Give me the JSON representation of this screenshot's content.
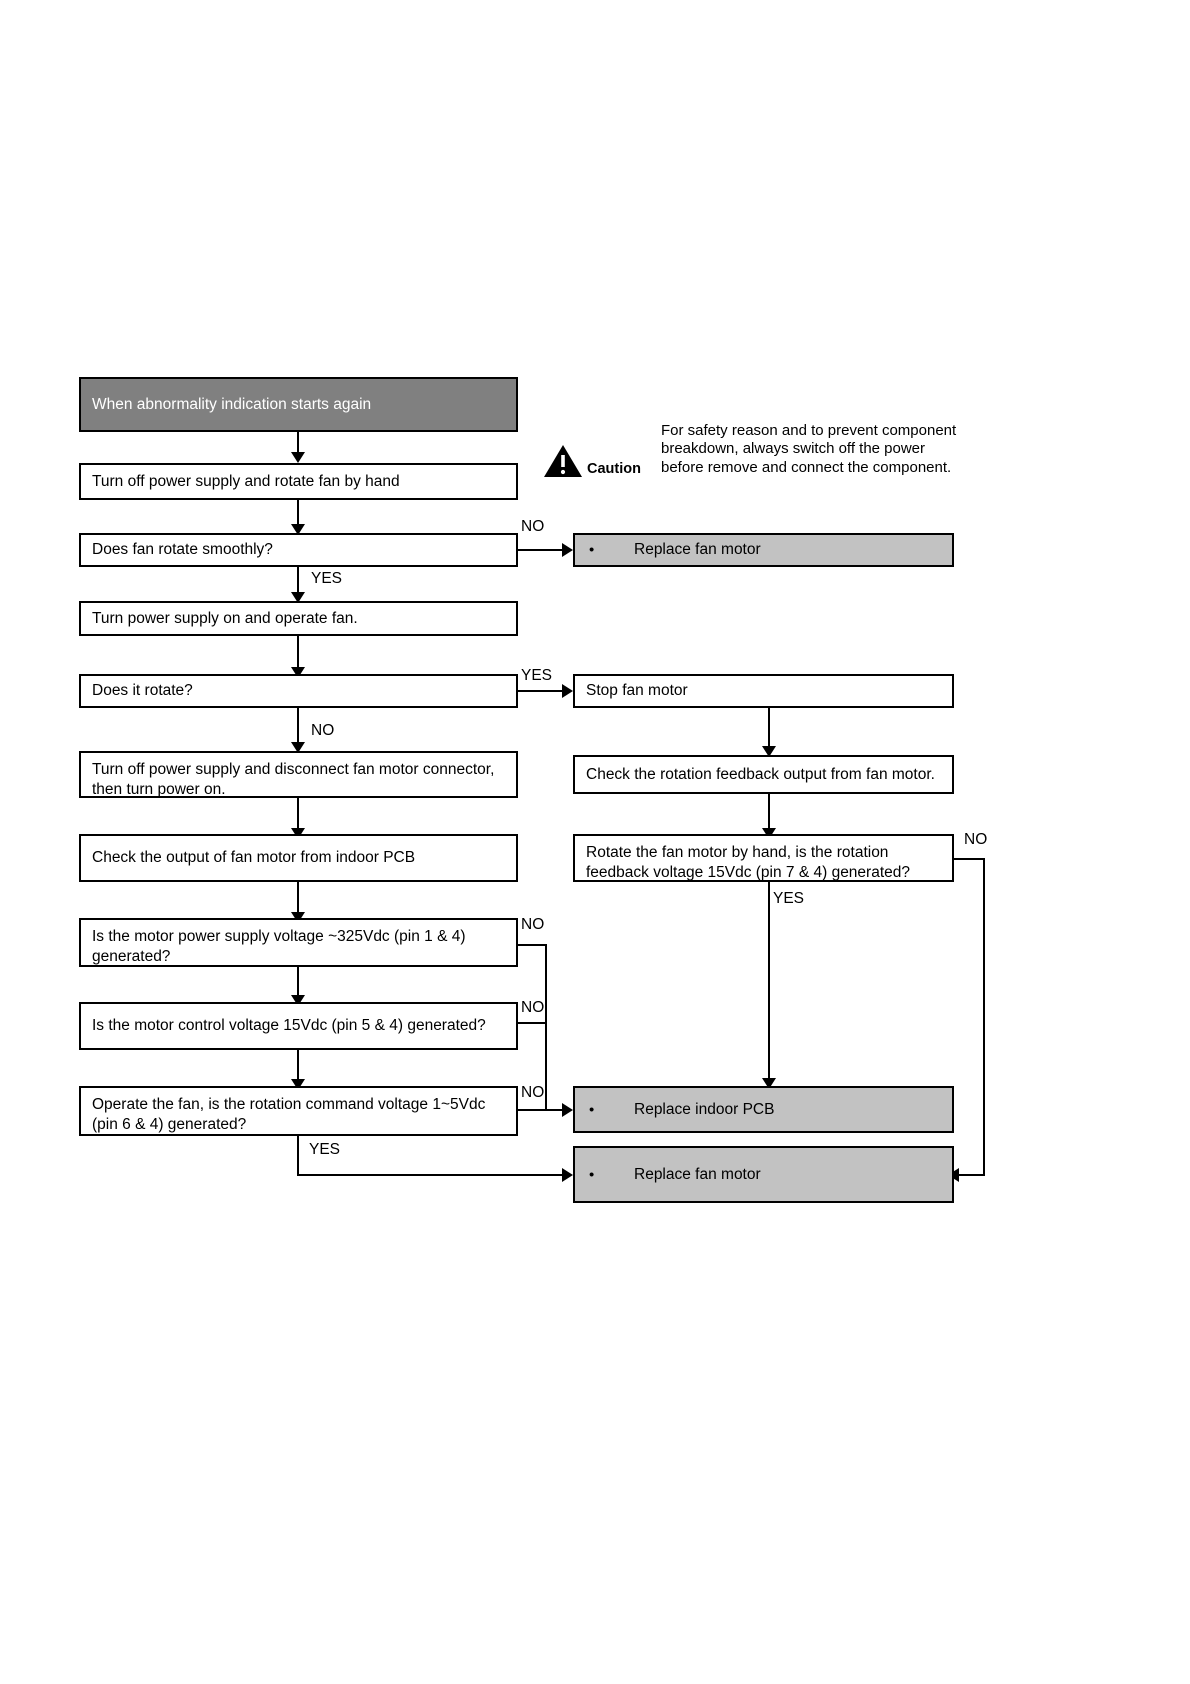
{
  "document": {
    "type": "troubleshooting-flowchart",
    "title": "When abnormality indication starts again"
  },
  "caution": {
    "icon_name": "warning-triangle-icon",
    "label": "Caution",
    "text": "For safety reason and to prevent component breakdown, always switch off the power before remove and connect the component."
  },
  "nodes": {
    "header": "When abnormality indication starts again",
    "turn_off_rotate_by_hand": "Turn off power supply and rotate fan by hand",
    "does_fan_rotate_smoothly": "Does fan rotate smoothly?",
    "turn_power_on_operate_fan": "Turn power supply on and operate fan.",
    "does_it_rotate": "Does it rotate?",
    "disconnect_connector": "Turn off power supply and disconnect fan motor connector, then turn power on.",
    "check_output_indoor_pcb": "Check the output of fan motor from indoor PCB",
    "motor_power_supply_voltage": "Is the motor power supply voltage ~325Vdc (pin 1 & 4) generated?",
    "motor_control_voltage": "Is the motor control voltage 15Vdc (pin 5 & 4) generated?",
    "rotation_command_voltage": "Operate the fan, is the rotation command voltage 1~5Vdc (pin 6 & 4) generated?",
    "stop_fan_motor": "Stop fan motor",
    "check_rotation_feedback": "Check the rotation feedback output from fan motor.",
    "rotate_by_hand_feedback": "Rotate the fan motor by hand, is the rotation feedback voltage 15Vdc (pin 7 & 4) generated?",
    "replace_fan_motor_top": "Replace fan motor",
    "replace_indoor_pcb": "Replace indoor PCB",
    "replace_fan_motor_bottom": "Replace fan motor"
  },
  "edge_labels": {
    "smooth_no": "NO",
    "smooth_yes": "YES",
    "rotate_yes": "YES",
    "rotate_no": "NO",
    "power_voltage_no": "NO",
    "control_voltage_no": "NO",
    "command_voltage_no": "NO",
    "command_voltage_yes": "YES",
    "feedback_yes": "YES",
    "feedback_no": "NO"
  },
  "bullet": "•",
  "colors": {
    "header_fill": "#808080",
    "header_text": "#ffffff",
    "result_fill": "#c2c2c2",
    "box_fill": "#ffffff",
    "stroke": "#000000",
    "page_background": "#ffffff"
  }
}
